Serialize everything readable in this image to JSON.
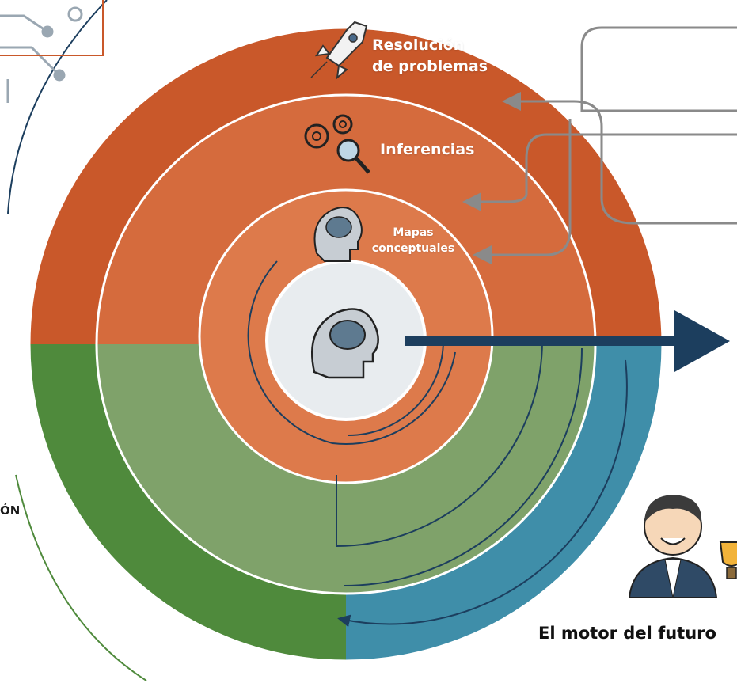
{
  "labels": {
    "outer_line1": "Resolución",
    "outer_line2": "de problemas",
    "middle": "Inferencias",
    "inner_line1": "Mapas",
    "inner_line2": "conceptuales",
    "edge_fragment": "ÓN",
    "caption": "El motor del futuro"
  },
  "icons": {
    "outer": "rocket-icon",
    "middle": "gears-magnifier-icon",
    "inner": "head-brain-icon",
    "center": "head-brain-icon",
    "person": "student-with-trophy-icon"
  },
  "colors": {
    "orange_outer": "#C9582A",
    "orange_middle": "#D56B3D",
    "orange_inner": "#DD7A4B",
    "green_outer": "#4F8A3C",
    "green_inner": "#7FA26A",
    "blue": "#3F8EA9",
    "arrow": "#1C3E5E",
    "center": "#E8ECEF",
    "connector": "#8A8A8A",
    "text_dark": "#111111"
  }
}
